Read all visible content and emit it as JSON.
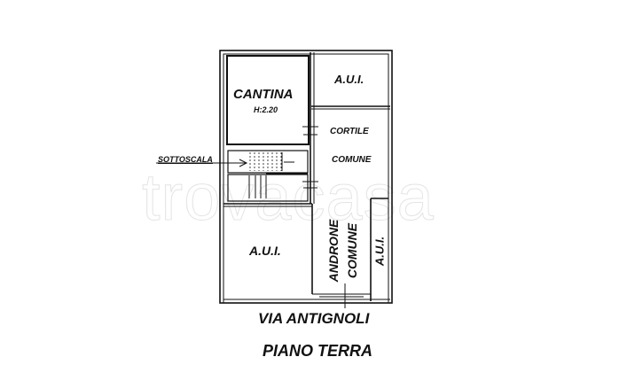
{
  "watermark": "trovacasa",
  "rooms": {
    "cantina": {
      "name": "CANTINA",
      "height": "H:2.20"
    },
    "aui_top_right": "A.U.I.",
    "cortile": {
      "line1": "CORTILE",
      "line2": "COMUNE"
    },
    "sottoscala": "SOTTOSCALA",
    "aui_bottom_left": "A.U.I.",
    "androne": "ANDRONE",
    "androne_comune": "COMUNE",
    "aui_right_strip": "A.U.I."
  },
  "street": "VIA ANTIGNOLI",
  "floor": "PIANO TERRA"
}
